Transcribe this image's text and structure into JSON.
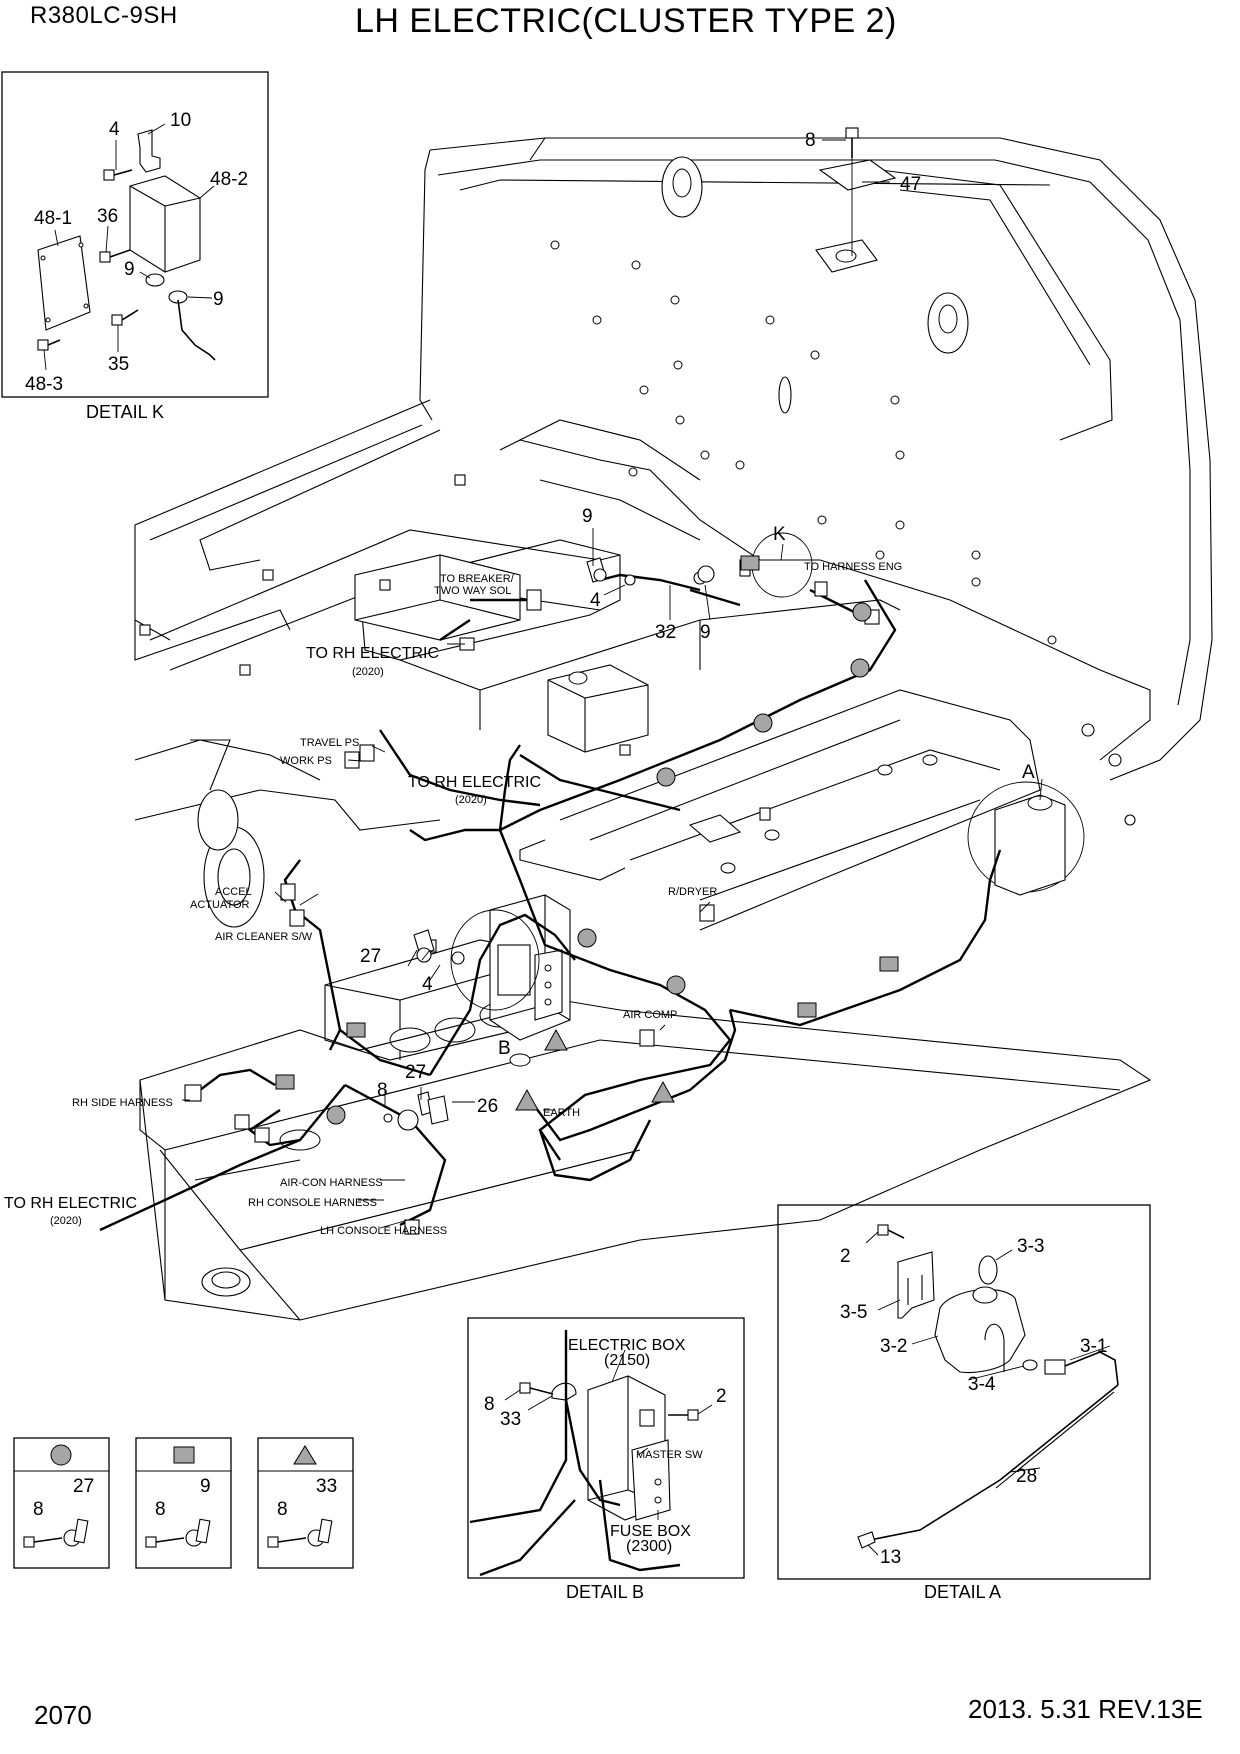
{
  "header": {
    "model": "R380LC-9SH",
    "title": "LH ELECTRIC(CLUSTER TYPE 2)"
  },
  "footer": {
    "page_number": "2070",
    "revision": "2013. 5.31  REV.13E"
  },
  "detail_k": {
    "caption": "DETAIL K",
    "callouts": [
      "4",
      "10",
      "48-2",
      "48-1",
      "36",
      "9",
      "9",
      "35",
      "48-3"
    ]
  },
  "main_view": {
    "callouts": [
      "8",
      "47",
      "9",
      "K",
      "4",
      "32",
      "9",
      "A",
      "27",
      "4",
      "B",
      "8",
      "27",
      "26"
    ],
    "labels": {
      "to_breaker": "TO BREAKER/",
      "two_way_sol": "TWO WAY SOL",
      "to_harness_eng": "TO HARNESS ENG",
      "to_rh_electric_1": "TO RH ELECTRIC",
      "ref_2020_1": "(2020)",
      "travel_ps": "TRAVEL PS",
      "work_ps": "WORK PS",
      "to_rh_electric_2": "TO RH ELECTRIC",
      "ref_2020_2": "(2020)",
      "accel": "ACCEL",
      "actuator": "ACTUATOR",
      "air_cleaner_sw": "AIR CLEANER S/W",
      "r_dryer": "R/DRYER",
      "air_comp": "AIR COMP",
      "earth": "EARTH",
      "rh_side_harness": "RH SIDE HARNESS",
      "to_rh_electric_3": "TO RH ELECTRIC",
      "ref_2020_3": "(2020)",
      "air_con_harness": "AIR-CON HARNESS",
      "rh_console_harness": "RH CONSOLE HARNESS",
      "lh_console_harness": "LH CONSOLE HARNESS"
    }
  },
  "detail_b": {
    "caption": "DETAIL B",
    "callouts": [
      "8",
      "33",
      "2"
    ],
    "labels": {
      "electric_box": "ELECTRIC BOX",
      "electric_box_ref": "(2150)",
      "master_sw": "MASTER SW",
      "fuse_box": "FUSE BOX",
      "fuse_box_ref": "(2300)"
    }
  },
  "detail_a": {
    "caption": "DETAIL A",
    "callouts": [
      "2",
      "3-3",
      "3-5",
      "3-2",
      "3-1",
      "3-4",
      "28",
      "13"
    ]
  },
  "legend": [
    {
      "symbol": "circle",
      "callouts": [
        "8",
        "27"
      ]
    },
    {
      "symbol": "square",
      "callouts": [
        "8",
        "9"
      ]
    },
    {
      "symbol": "triangle",
      "callouts": [
        "8",
        "33"
      ]
    }
  ],
  "colors": {
    "line": "#000000",
    "marker_fill": "#a6a6a6",
    "background": "#ffffff"
  }
}
